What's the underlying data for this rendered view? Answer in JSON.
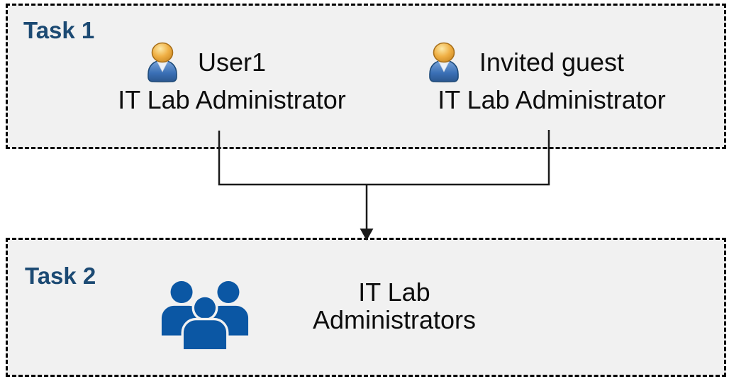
{
  "colors": {
    "box_fill": "#f1f1f1",
    "box_border": "#000000",
    "task_label_blue": "#1C4A73",
    "body_text": "#0d0d0d",
    "group_icon_blue": "#0B57A4",
    "person_head_orange": "#F0B045",
    "person_body_blue": "#3A6FB5",
    "connector_black": "#1a1a1a"
  },
  "task1": {
    "label": "Task 1",
    "users": [
      {
        "name": "User1",
        "role": "IT Lab Administrator"
      },
      {
        "name": "Invited guest",
        "role": "IT Lab Administrator"
      }
    ]
  },
  "task2": {
    "label": "Task 2",
    "group": {
      "name_lines": [
        "IT Lab",
        "Administrators"
      ]
    }
  },
  "icons": {
    "user": "person-icon",
    "group": "people-group-icon",
    "connector": "merge-arrow-down"
  }
}
